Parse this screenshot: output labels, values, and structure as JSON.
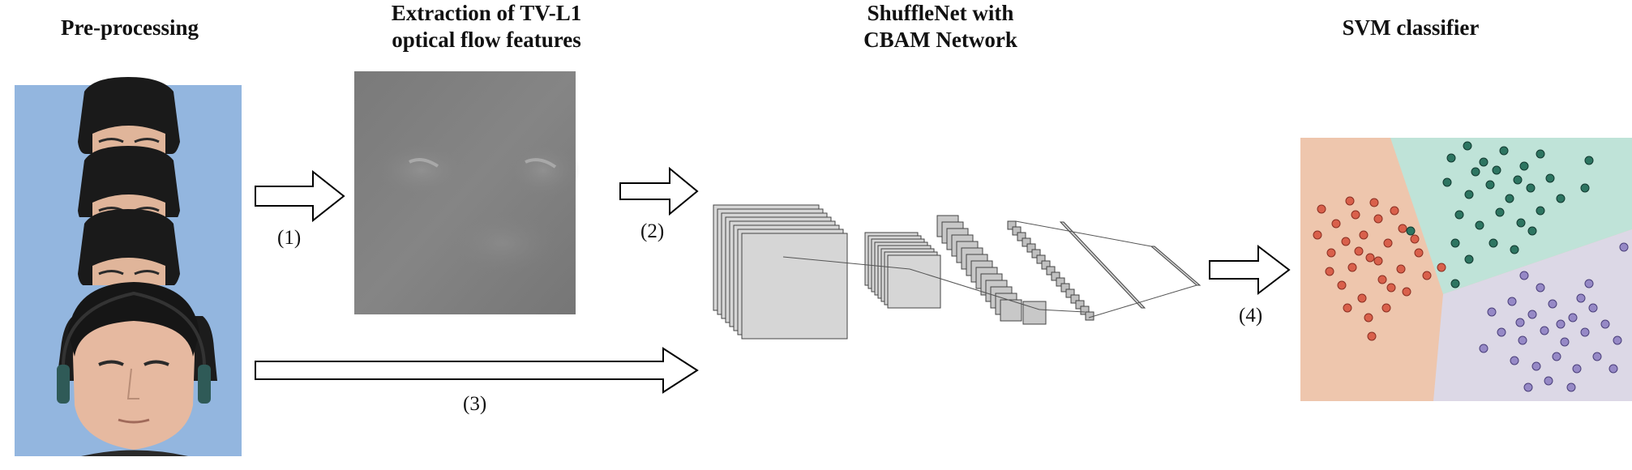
{
  "titles": {
    "preprocessing": "Pre-processing",
    "tvl1_line1": "Extraction of TV-L1",
    "tvl1_line2": "optical flow features",
    "shufflenet_line1": "ShuffleNet with",
    "shufflenet_line2": "CBAM Network",
    "svm": "SVM classifier"
  },
  "steps": {
    "s1": "(1)",
    "s2": "(2)",
    "s3": "(3)",
    "s4": "(4)"
  },
  "colors": {
    "face_background": "#93b6df",
    "optical_flow": "#7d7d7d",
    "svm_region_red": "#eec6ad",
    "svm_region_green": "#bfe3d8",
    "svm_region_purple": "#dcd8e6",
    "svm_points_red": "#d9604b",
    "svm_points_green": "#2d7561",
    "svm_points_purple": "#9689c6"
  }
}
